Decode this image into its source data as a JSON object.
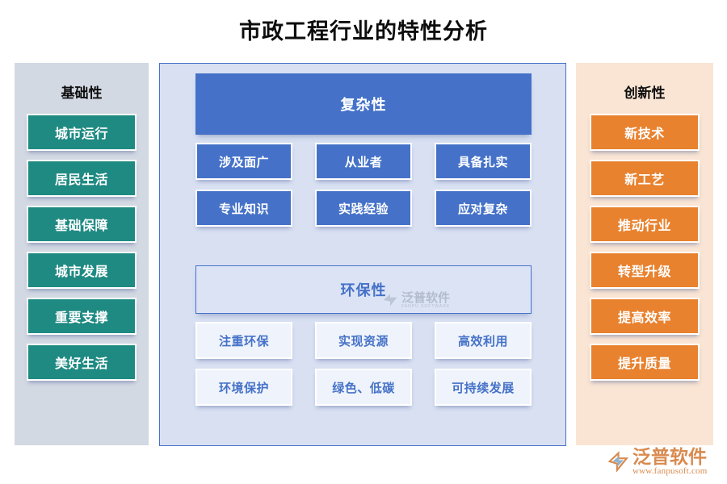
{
  "title": "市政工程行业的特性分析",
  "colors": {
    "teal": "#1f8a82",
    "blue": "#4572c8",
    "orange": "#e8822f",
    "left_panel_bg": "#d3d9e3",
    "center_panel_bg": "#d8e0f2",
    "right_panel_bg": "#fae5d4",
    "light_cell_bg": "#eff3fb",
    "title_text": "#0d0d0d",
    "brand": "#d98a4e"
  },
  "left_panel": {
    "heading": "基础性",
    "items": [
      {
        "label": "城市运行"
      },
      {
        "label": "居民生活"
      },
      {
        "label": "基础保障"
      },
      {
        "label": "城市发展"
      },
      {
        "label": "重要支撑"
      },
      {
        "label": "美好生活"
      }
    ]
  },
  "center_panel": {
    "groups": [
      {
        "banner": "复杂性",
        "style": "solid",
        "cells": [
          {
            "label": "涉及面广"
          },
          {
            "label": "从业者"
          },
          {
            "label": "具备扎实"
          },
          {
            "label": "专业知识"
          },
          {
            "label": "实践经验"
          },
          {
            "label": "应对复杂"
          }
        ]
      },
      {
        "banner": "环保性",
        "style": "outline",
        "cells": [
          {
            "label": "注重环保"
          },
          {
            "label": "实现资源"
          },
          {
            "label": "高效利用"
          },
          {
            "label": "环境保护"
          },
          {
            "label": "绿色、低碳"
          },
          {
            "label": "可持续发展"
          }
        ]
      }
    ]
  },
  "right_panel": {
    "heading": "创新性",
    "items": [
      {
        "label": "新技术"
      },
      {
        "label": "新工艺"
      },
      {
        "label": "推动行业"
      },
      {
        "label": "转型升级"
      },
      {
        "label": "提高效率"
      },
      {
        "label": "提升质量"
      }
    ]
  },
  "watermark": {
    "name": "泛普软件",
    "sub": "FANPU SOFTWARE"
  },
  "brand": {
    "name": "泛普软件",
    "url": "www.fanpusoft.com"
  }
}
